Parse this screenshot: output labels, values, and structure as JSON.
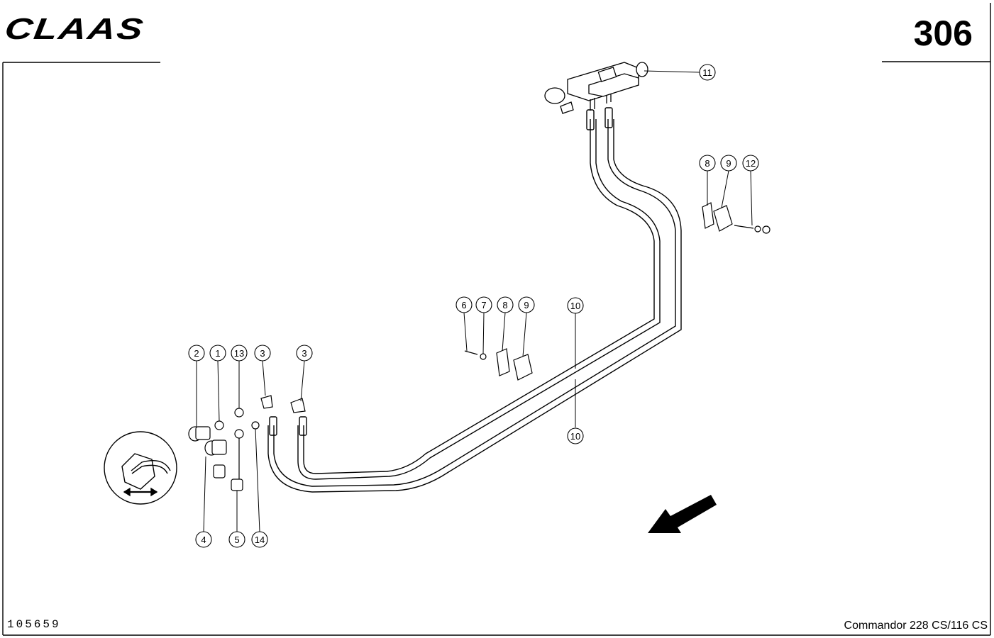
{
  "header": {
    "brand_logo": "CLAAS",
    "page_number": "306"
  },
  "footer": {
    "document_number": "105659",
    "model": "Commandor 228 CS/116 CS"
  },
  "callouts": [
    "11",
    "8",
    "9",
    "12",
    "6",
    "7",
    "8",
    "9",
    "10",
    "10",
    "2",
    "1",
    "13",
    "3",
    "3",
    "4",
    "5",
    "14"
  ],
  "icons": {
    "hose_symbol": "hose-length-symbol-icon",
    "direction_arrow": "direction-arrow-icon"
  }
}
